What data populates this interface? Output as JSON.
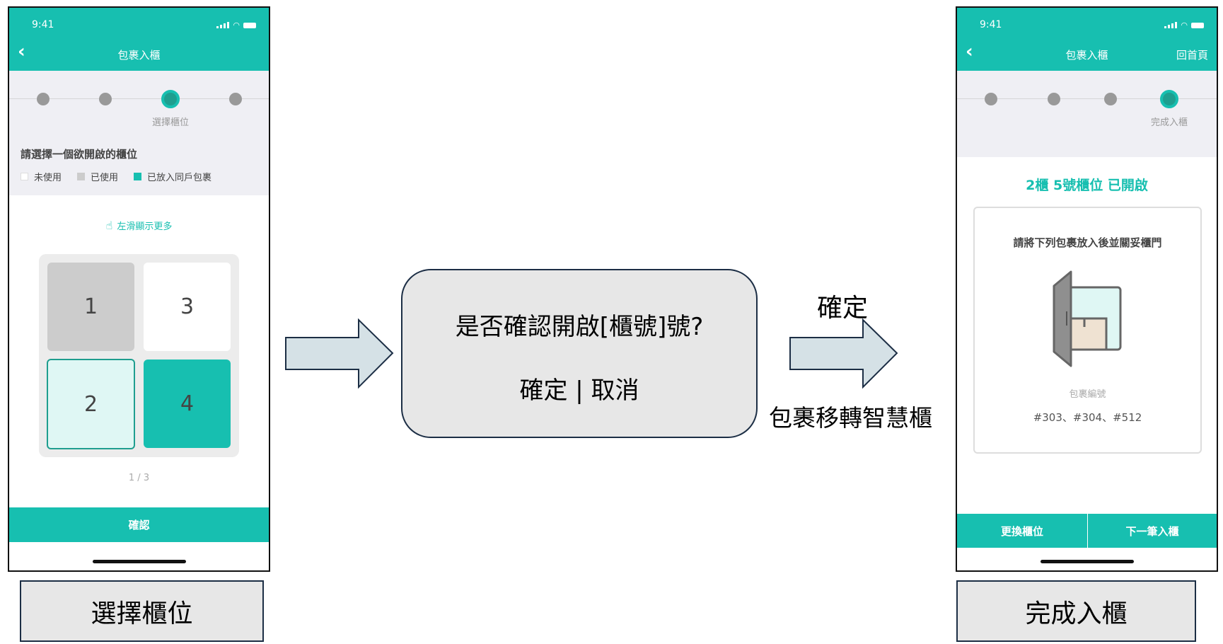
{
  "left_phone": {
    "status_time": "9:41",
    "header_title": "包裹入櫃",
    "steps": {
      "active_index": 2,
      "count": 4,
      "active_label": "選擇櫃位"
    },
    "instruction": "請選擇一個欲開啟的櫃位",
    "legend": [
      {
        "label": "未使用",
        "color": "#ffffff"
      },
      {
        "label": "已使用",
        "color": "#cccccc"
      },
      {
        "label": "已放入同戶包裹",
        "color": "#17bfb0"
      }
    ],
    "swipe_hint": "左滑顯示更多",
    "lockers": [
      {
        "number": "1",
        "state": "used"
      },
      {
        "number": "3",
        "state": "unused"
      },
      {
        "number": "2",
        "state": "selected"
      },
      {
        "number": "4",
        "state": "same-household"
      }
    ],
    "pagination": "1 / 3",
    "confirm_button": "確認"
  },
  "left_caption": "選擇櫃位",
  "dialog": {
    "question": "是否確認開啟[櫃號]號?",
    "actions": "確定 | 取消"
  },
  "arrow_label_top": "確定",
  "arrow_label_bottom": "包裹移轉智慧櫃",
  "right_phone": {
    "status_time": "9:41",
    "header_title": "包裹入櫃",
    "home_link": "回首頁",
    "steps": {
      "active_index": 3,
      "count": 4,
      "active_label": "完成入櫃"
    },
    "opened_message": "2櫃 5號櫃位 已開啟",
    "card_instruction": "請將下列包裹放入後並關妥櫃門",
    "package_label": "包裹編號",
    "package_numbers": "#303、#304、#512",
    "change_button": "更換櫃位",
    "next_button": "下一筆入櫃"
  },
  "right_caption": "完成入櫃",
  "colors": {
    "brand": "#17bfb0",
    "dark_teal": "#1f9e8f",
    "used": "#cccccc",
    "selected_bg": "#dff7f4"
  }
}
